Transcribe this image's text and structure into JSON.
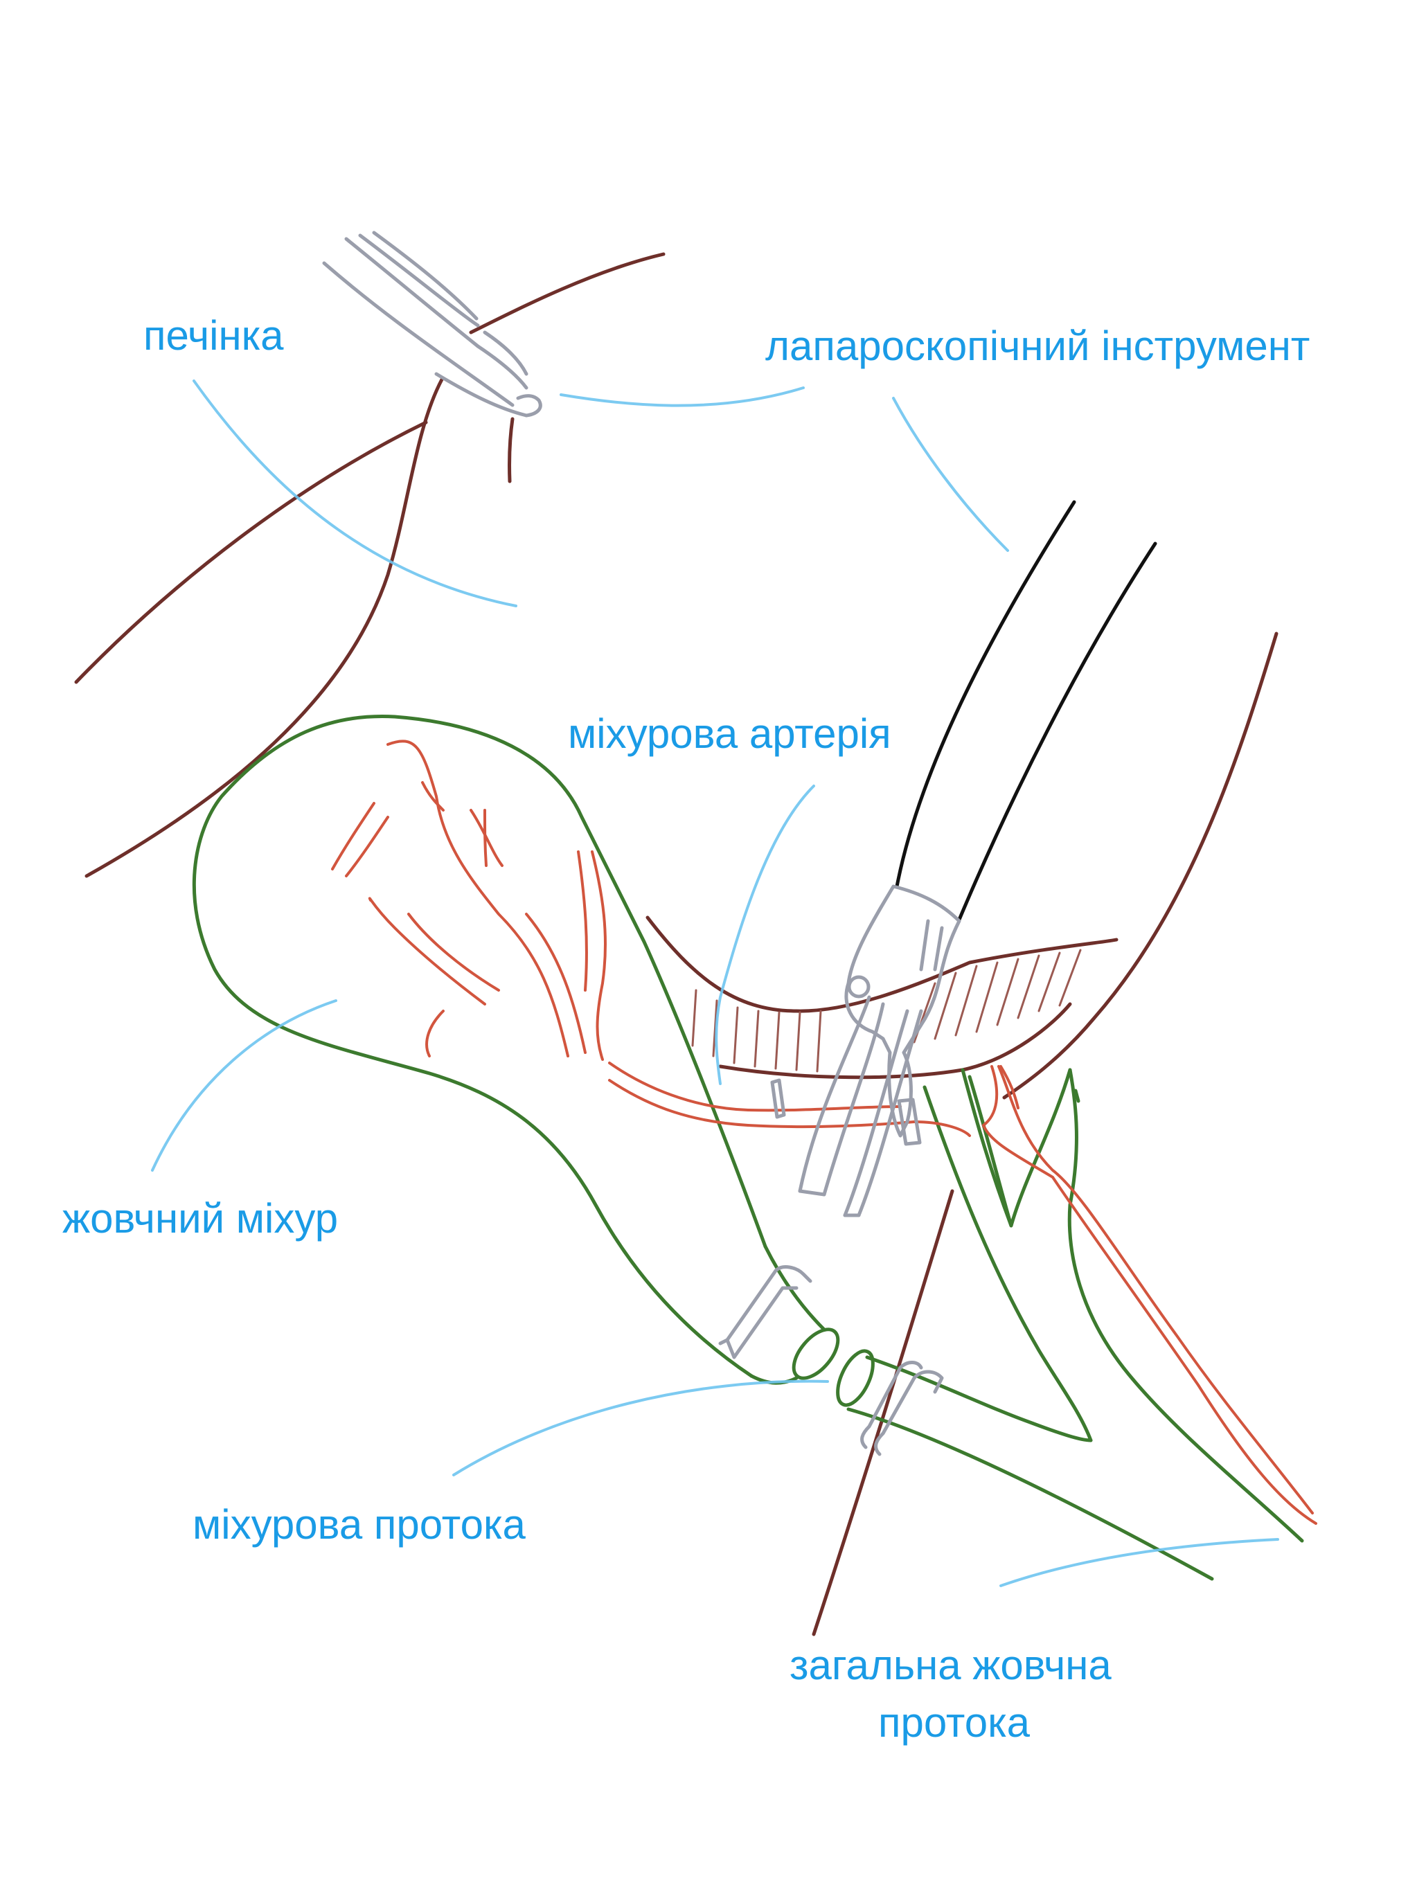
{
  "labels": {
    "liver": "печінка",
    "instrument": "лапароскопічний інструмент",
    "cystic_artery": "міхурова артерія",
    "gallbladder": "жовчний міхур",
    "cystic_duct": "міхурова протока",
    "common_bile_duct_line1": "загальна жовчна",
    "common_bile_duct_line2": "протока"
  },
  "colors": {
    "label": "#1a9be6",
    "liver_outline": "#6e2f2a",
    "instrument": "#9a9eab",
    "instrument_shaft": "#111111",
    "gallbladder_and_ducts": "#3c7a2e",
    "artery": "#d2553e",
    "leader_lines": "#6ec4f0"
  }
}
